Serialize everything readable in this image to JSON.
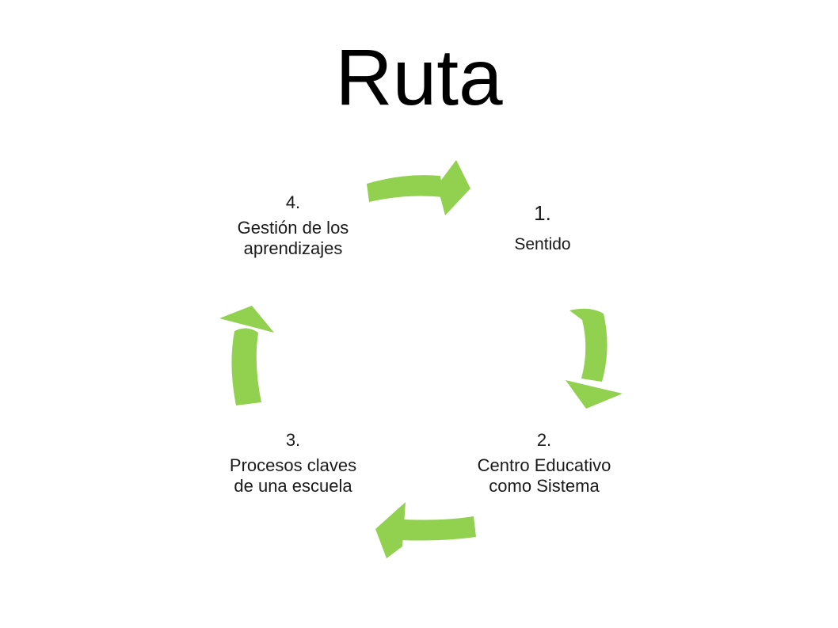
{
  "title": "Ruta",
  "accent_color": "#92d050",
  "cycle": {
    "nodes": [
      {
        "number": "1.",
        "label": "Sentido"
      },
      {
        "number": "2.",
        "label": "Centro Educativo como Sistema"
      },
      {
        "number": "3.",
        "label": "Procesos claves de una escuela"
      },
      {
        "number": "4.",
        "label": "Gestión de los aprendizajes"
      }
    ],
    "arrows": [
      {
        "from": "4.",
        "to": "1."
      },
      {
        "from": "1.",
        "to": "2."
      },
      {
        "from": "2.",
        "to": "3."
      },
      {
        "from": "3.",
        "to": "4."
      }
    ]
  }
}
